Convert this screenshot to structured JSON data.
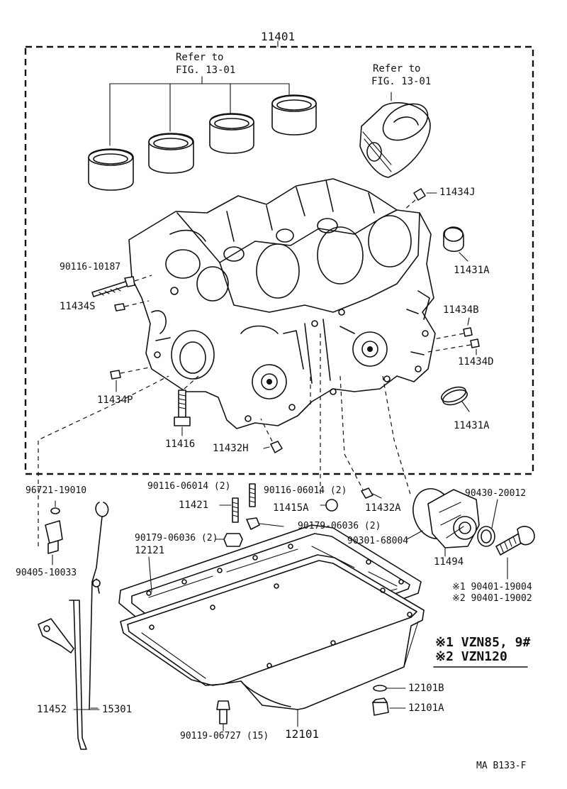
{
  "labels": {
    "assembly": "11401",
    "refer1_line1": "Refer to",
    "refer1_line2": "FIG. 13-01",
    "refer2_line1": "Refer to",
    "refer2_line2": "FIG. 13-01",
    "p11434J": "11434J",
    "p11431A_top": "11431A",
    "p90116_10187": "90116-10187",
    "p11434S": "11434S",
    "p11434B": "11434B",
    "p11434D": "11434D",
    "p11434P": "11434P",
    "p11416": "11416",
    "p11432H": "11432H",
    "p11431A_bot": "11431A",
    "p96721_19010": "96721-19010",
    "p90116_06014_a": "90116-06014 (2)",
    "p90116_06014_b": "90116-06014 (2)",
    "p11421": "11421",
    "p11415A": "11415A",
    "p11432A": "11432A",
    "p90430_20012": "90430-20012",
    "p90179_06036_a": "90179-06036 (2)",
    "p90179_06036_b": "90179-06036 (2)",
    "p90301_68004": "90301-68004",
    "p11494": "11494",
    "p90405_10033": "90405-10033",
    "p12121": "12121",
    "p90401_19004": "※1 90401-19004",
    "p90401_19002": "※2 90401-19002",
    "p12101B": "12101B",
    "p12101A": "12101A",
    "p11452": "11452",
    "p15301": "15301",
    "p90119_06727": "90119-06727 (15)",
    "p12101": "12101",
    "code": "MA  B133-F"
  },
  "legend": {
    "line1": "※1 VZN85, 9#",
    "line2": "※2 VZN120"
  }
}
